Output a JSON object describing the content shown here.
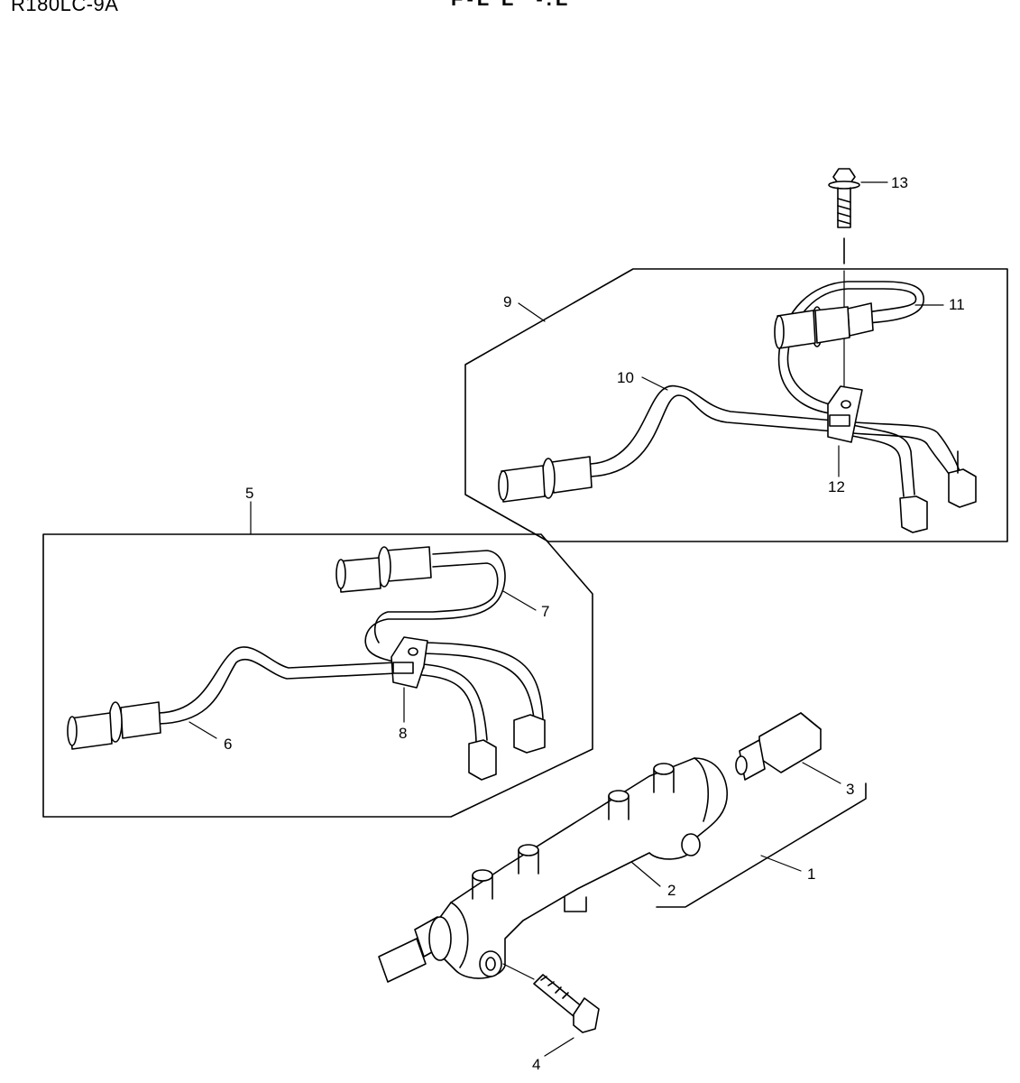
{
  "header": {
    "model": "R180LC-9A",
    "title_fragment": "F-L L ·-.L"
  },
  "callouts": [
    {
      "id": "c1",
      "label": "1"
    },
    {
      "id": "c2",
      "label": "2"
    },
    {
      "id": "c3",
      "label": "3"
    },
    {
      "id": "c4",
      "label": "4"
    },
    {
      "id": "c5",
      "label": "5"
    },
    {
      "id": "c6",
      "label": "6"
    },
    {
      "id": "c7",
      "label": "7"
    },
    {
      "id": "c8",
      "label": "8"
    },
    {
      "id": "c9",
      "label": "9"
    },
    {
      "id": "c10",
      "label": "10"
    },
    {
      "id": "c11",
      "label": "11"
    },
    {
      "id": "c12",
      "label": "12"
    },
    {
      "id": "c13",
      "label": "13"
    }
  ]
}
